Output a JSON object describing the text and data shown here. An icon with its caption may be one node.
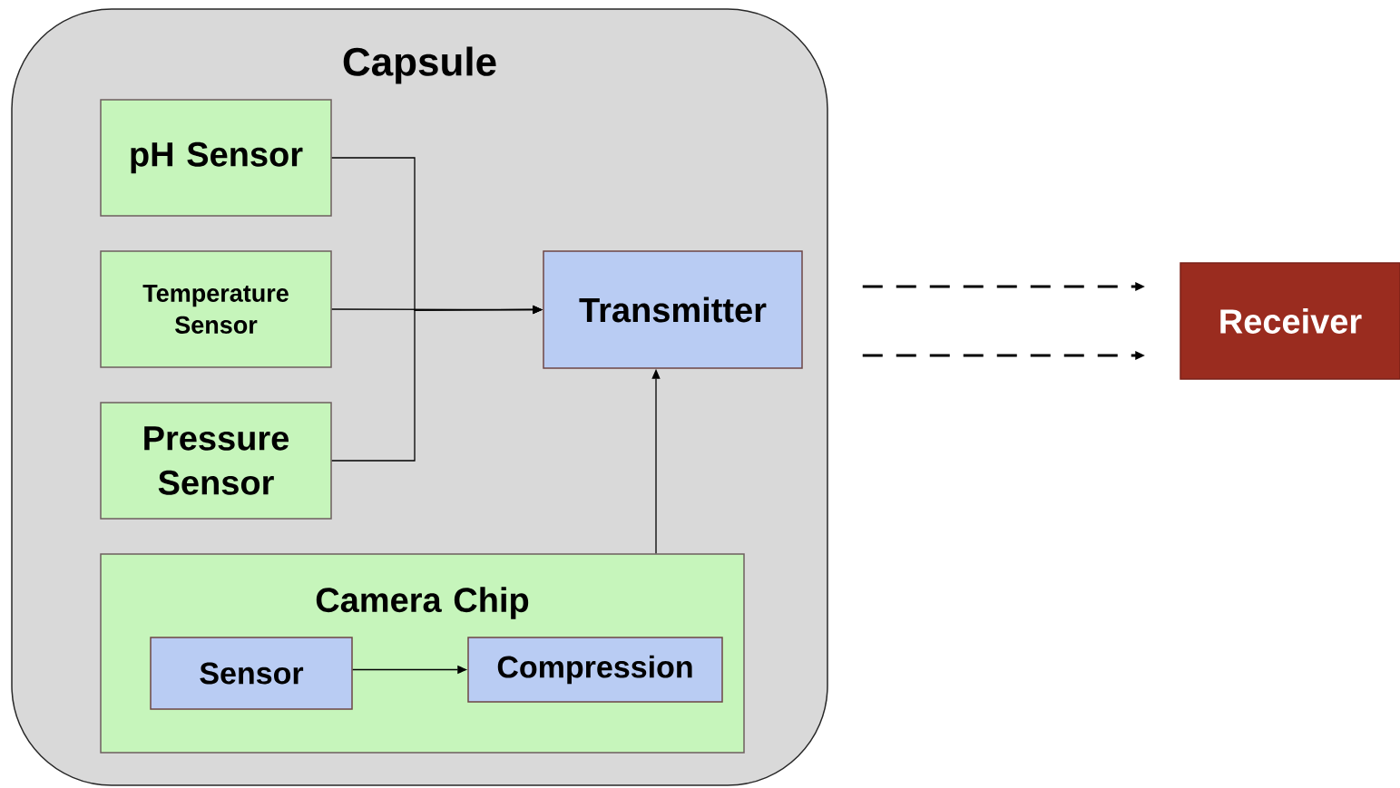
{
  "diagram": {
    "nodes": [
      {
        "text": [
          "Capsule"
        ]
      },
      {
        "text": [
          "pH Sensor"
        ],
        "in": 0
      },
      {
        "text": [
          "Temperature Sensor"
        ],
        "in": 0
      },
      {
        "text": [
          "Pressure Sensor"
        ],
        "in": 0
      },
      {
        "text": [
          "Transmitter"
        ],
        "in": 0
      },
      {
        "text": [
          "Camera Chip"
        ],
        "in": 0
      },
      {
        "text": [
          "Sensor"
        ],
        "in": 5
      },
      {
        "text": [
          "Compression"
        ],
        "in": 5
      },
      {
        "text": [
          "Receiver"
        ]
      }
    ],
    "edges": [
      {
        "from": 1,
        "to": 4,
        "arrow": "to"
      },
      {
        "from": 2,
        "to": 4,
        "arrow": "to"
      },
      {
        "from": 3,
        "to": 4,
        "arrow": "to"
      },
      {
        "from": 5,
        "to": 4,
        "arrow": "to"
      },
      {
        "from": 6,
        "to": 7,
        "arrow": "to"
      },
      {
        "from": 4,
        "to": 8,
        "arrow": "to",
        "style": "dashed"
      },
      {
        "from": 4,
        "to": 8,
        "arrow": "to",
        "style": "dashed"
      }
    ]
  }
}
